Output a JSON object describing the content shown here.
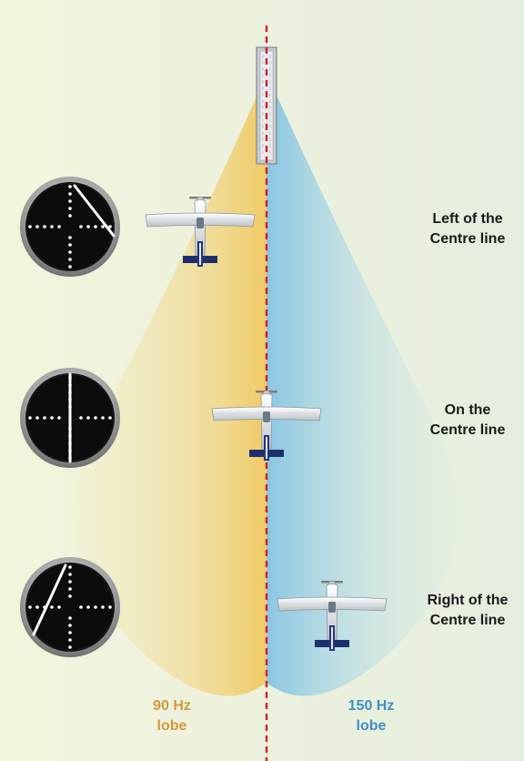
{
  "labels": {
    "left": [
      "Left of the",
      "Centre line"
    ],
    "on": [
      "On the",
      "Centre line"
    ],
    "right": [
      "Right of the",
      "Centre line"
    ]
  },
  "lobes": {
    "hz90": [
      "90 Hz",
      "lobe"
    ],
    "hz150": [
      "150 Hz",
      "lobe"
    ]
  },
  "colors": {
    "background_left": "#f2f3dc",
    "background_right": "#e6efde",
    "lobe_90": "#f2cf72",
    "lobe_150": "#92cbe3",
    "label_90": "#d39a3a",
    "label_150": "#3f8fc9",
    "centreline": "#d0202a",
    "instrument_face": "#111111",
    "instrument_bezel": "#9a9a9a",
    "aircraft_tail": "#1f2f6e"
  },
  "icons": [
    "cdi-instrument-icon",
    "aircraft-icon",
    "runway-icon"
  ]
}
